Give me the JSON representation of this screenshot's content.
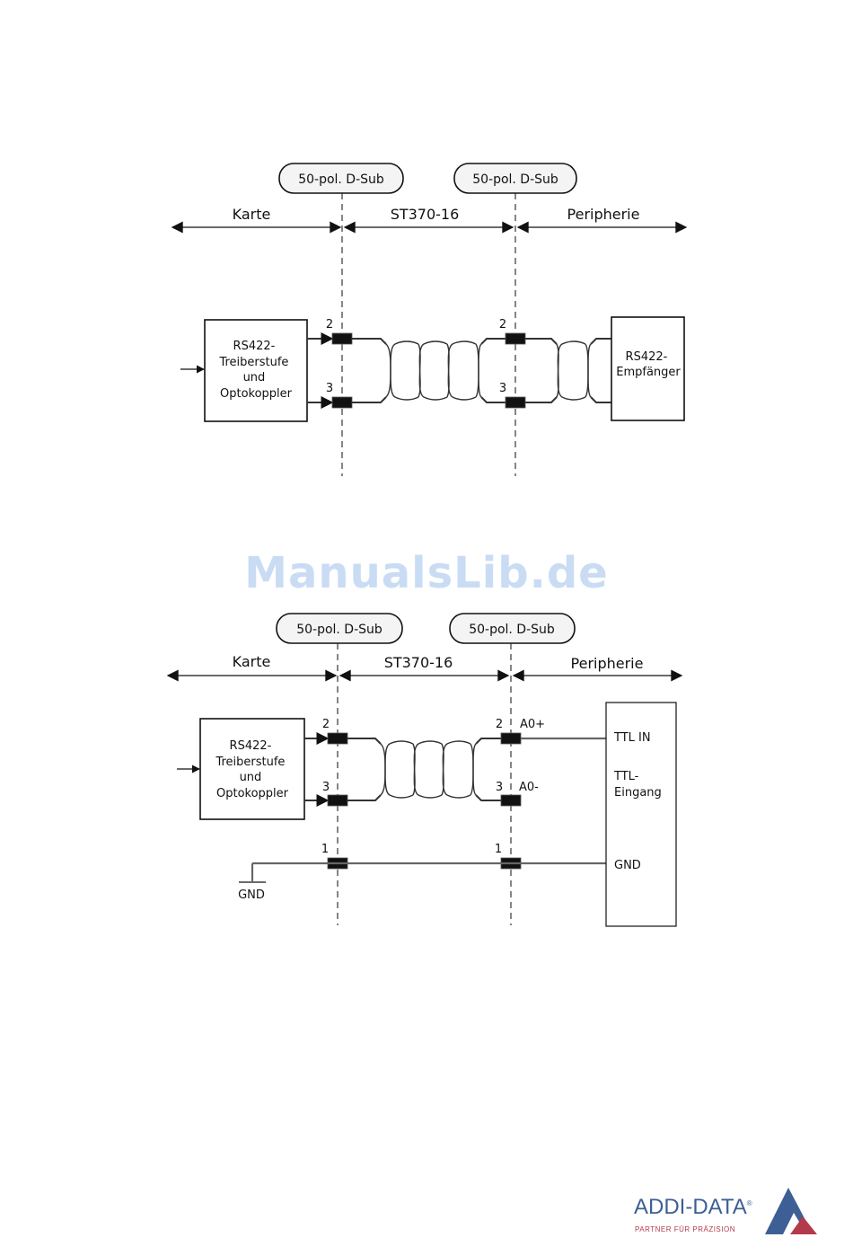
{
  "diagram1": {
    "connector_left": "50-pol. D-Sub",
    "connector_right": "50-pol. D-Sub",
    "zone_card": "Karte",
    "zone_cable": "ST370-16",
    "zone_periphery": "Peripherie",
    "driver_box": [
      "RS422-",
      "Treiberstufe",
      "und",
      "Optokoppler"
    ],
    "receiver_box": [
      "RS422-",
      "Empfänger"
    ],
    "pins": {
      "upper_left": "2",
      "lower_left": "3",
      "upper_right": "2",
      "lower_right": "3"
    }
  },
  "watermark": "ManualsLib.de",
  "diagram2": {
    "connector_left": "50-pol. D-Sub",
    "connector_right": "50-pol. D-Sub",
    "zone_card": "Karte",
    "zone_cable": "ST370-16",
    "zone_periphery": "Peripherie",
    "driver_box": [
      "RS422-",
      "Treiberstufe",
      "und",
      "Optokoppler"
    ],
    "pins": {
      "upper_left": "2",
      "lower_left": "3",
      "gnd_left": "1",
      "upper_right": "2",
      "lower_right": "3",
      "gnd_right": "1"
    },
    "signal_upper": "A0+",
    "signal_lower": "A0-",
    "periphery_box": {
      "ttl_in": "TTL IN",
      "ttl_input": [
        "TTL-",
        "Eingang"
      ],
      "gnd": "GND"
    },
    "ground_label": "GND"
  },
  "logo": {
    "brand": "ADDI-DATA",
    "registered": "®",
    "tagline": "PARTNER FÜR PRÄZISION",
    "colors": {
      "blue": "#3d5f95",
      "red": "#b33a4a"
    }
  }
}
